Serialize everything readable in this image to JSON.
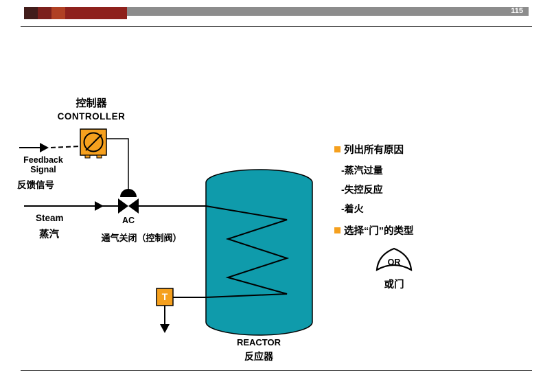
{
  "header": {
    "page_number": "115"
  },
  "diagram": {
    "controller_label_cn": "控制器",
    "controller_label_en": "CONTROLLER",
    "feedback_line1": "Feedback",
    "feedback_line2": "Signal",
    "feedback_label_cn": "反馈信号",
    "steam_label_en": "Steam",
    "steam_label_cn": "蒸汽",
    "valve_label": "AC",
    "valve_caption": "通气关闭（控制阀）",
    "sensor_label": "T",
    "reactor_label_en": "REACTOR",
    "reactor_label_cn": "反应器"
  },
  "notes": {
    "bullet1_title": "列出所有原因",
    "items": [
      "-蒸汽过量",
      "-失控反应",
      "-着火"
    ],
    "bullet2_title": "选择“门”的类型",
    "gate_label": "OR",
    "gate_caption": "或门"
  },
  "colors": {
    "accent_orange": "#F5A01E",
    "reactor_teal": "#0F9BAB",
    "header_gray": "#8C8C8C",
    "header_blocks": [
      "#421d1b",
      "#7c201c",
      "#b04023",
      "#8e211c"
    ]
  }
}
